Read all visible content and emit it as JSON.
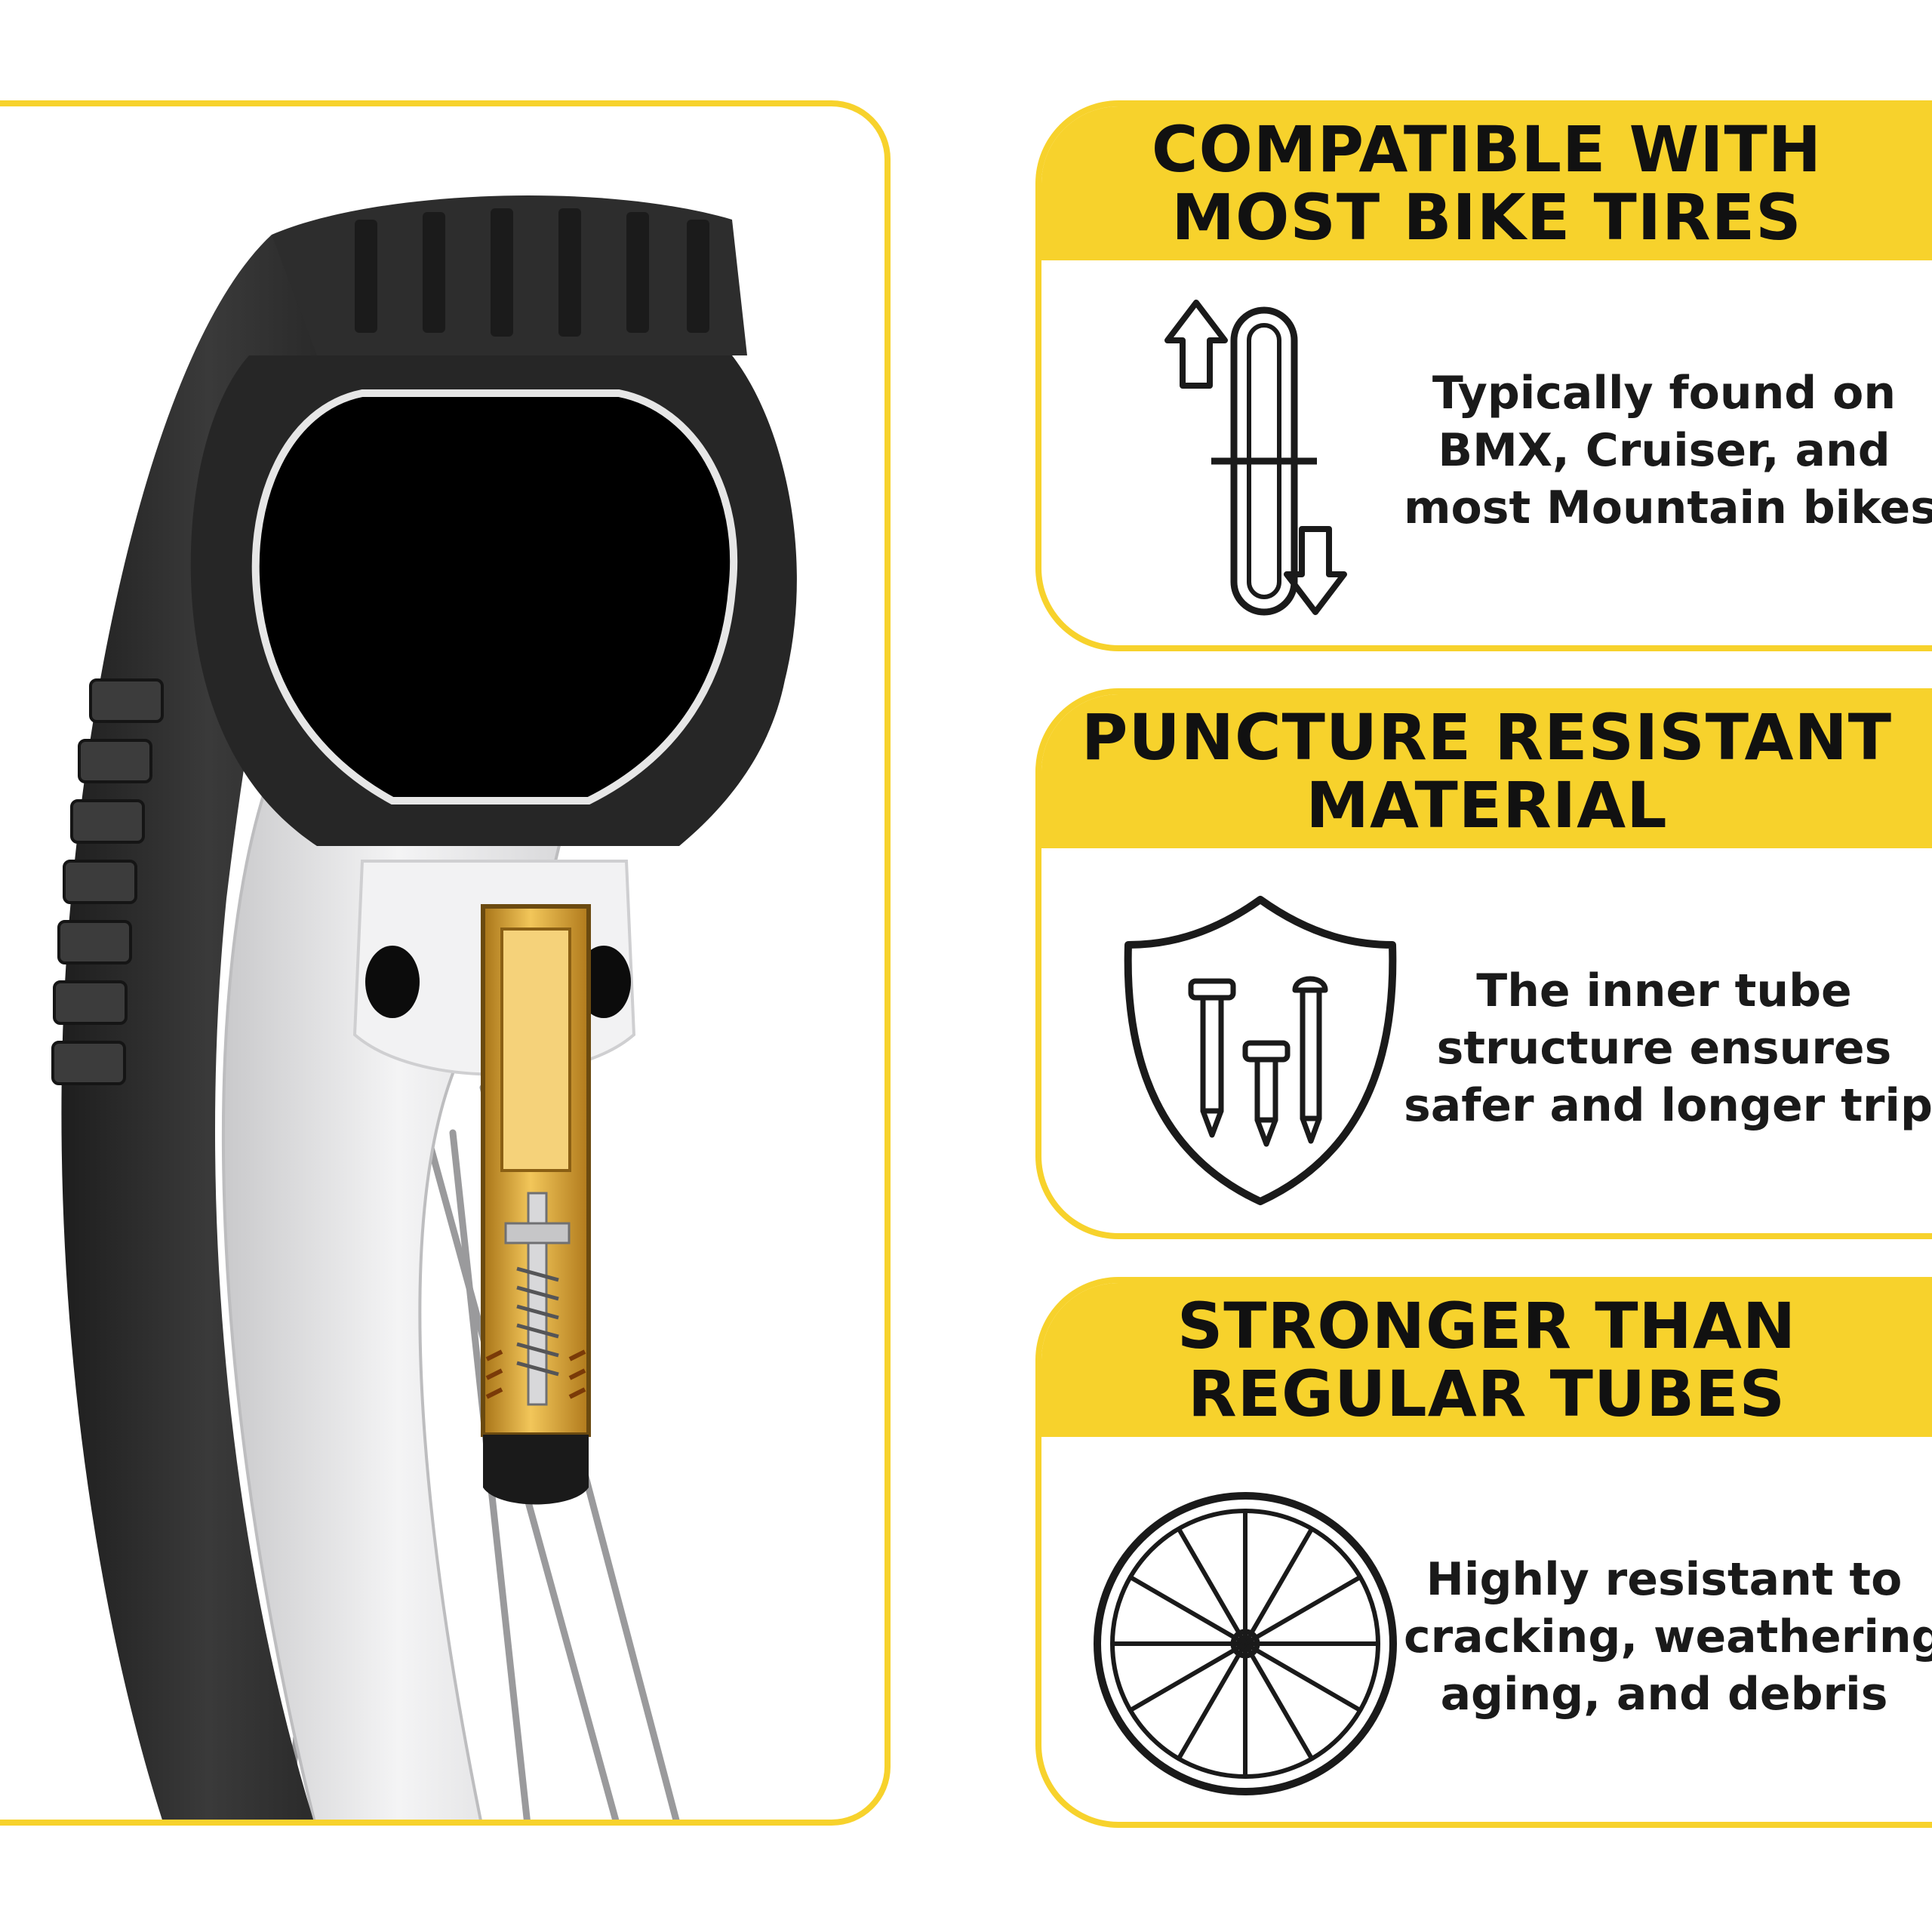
{
  "colors": {
    "accent": "#f7d22c",
    "tire": "#2b2b2b",
    "rim": "#e9e9ea",
    "brass": "#d9a53a",
    "icon_stroke": "#1a1a1a"
  },
  "image": {
    "name": "tire-cross-section-illustration"
  },
  "features": [
    {
      "heading": [
        "COMPATIBLE WITH",
        "MOST BIKE TIRES"
      ],
      "description": [
        "Typically found on",
        "BMX, Cruiser, and",
        "most Mountain bikes"
      ],
      "icon": "tire-profile-arrows-icon"
    },
    {
      "heading": [
        "PUNCTURE RESISTANT",
        "MATERIAL"
      ],
      "description": [
        "The inner tube",
        "structure ensures",
        "safer and longer trips"
      ],
      "icon": "shield-nails-icon"
    },
    {
      "heading": [
        "STRONGER THAN",
        "REGULAR TUBES"
      ],
      "description": [
        "Highly resistant to",
        "cracking, weathering,",
        "aging, and debris"
      ],
      "icon": "wheel-spokes-icon"
    }
  ]
}
